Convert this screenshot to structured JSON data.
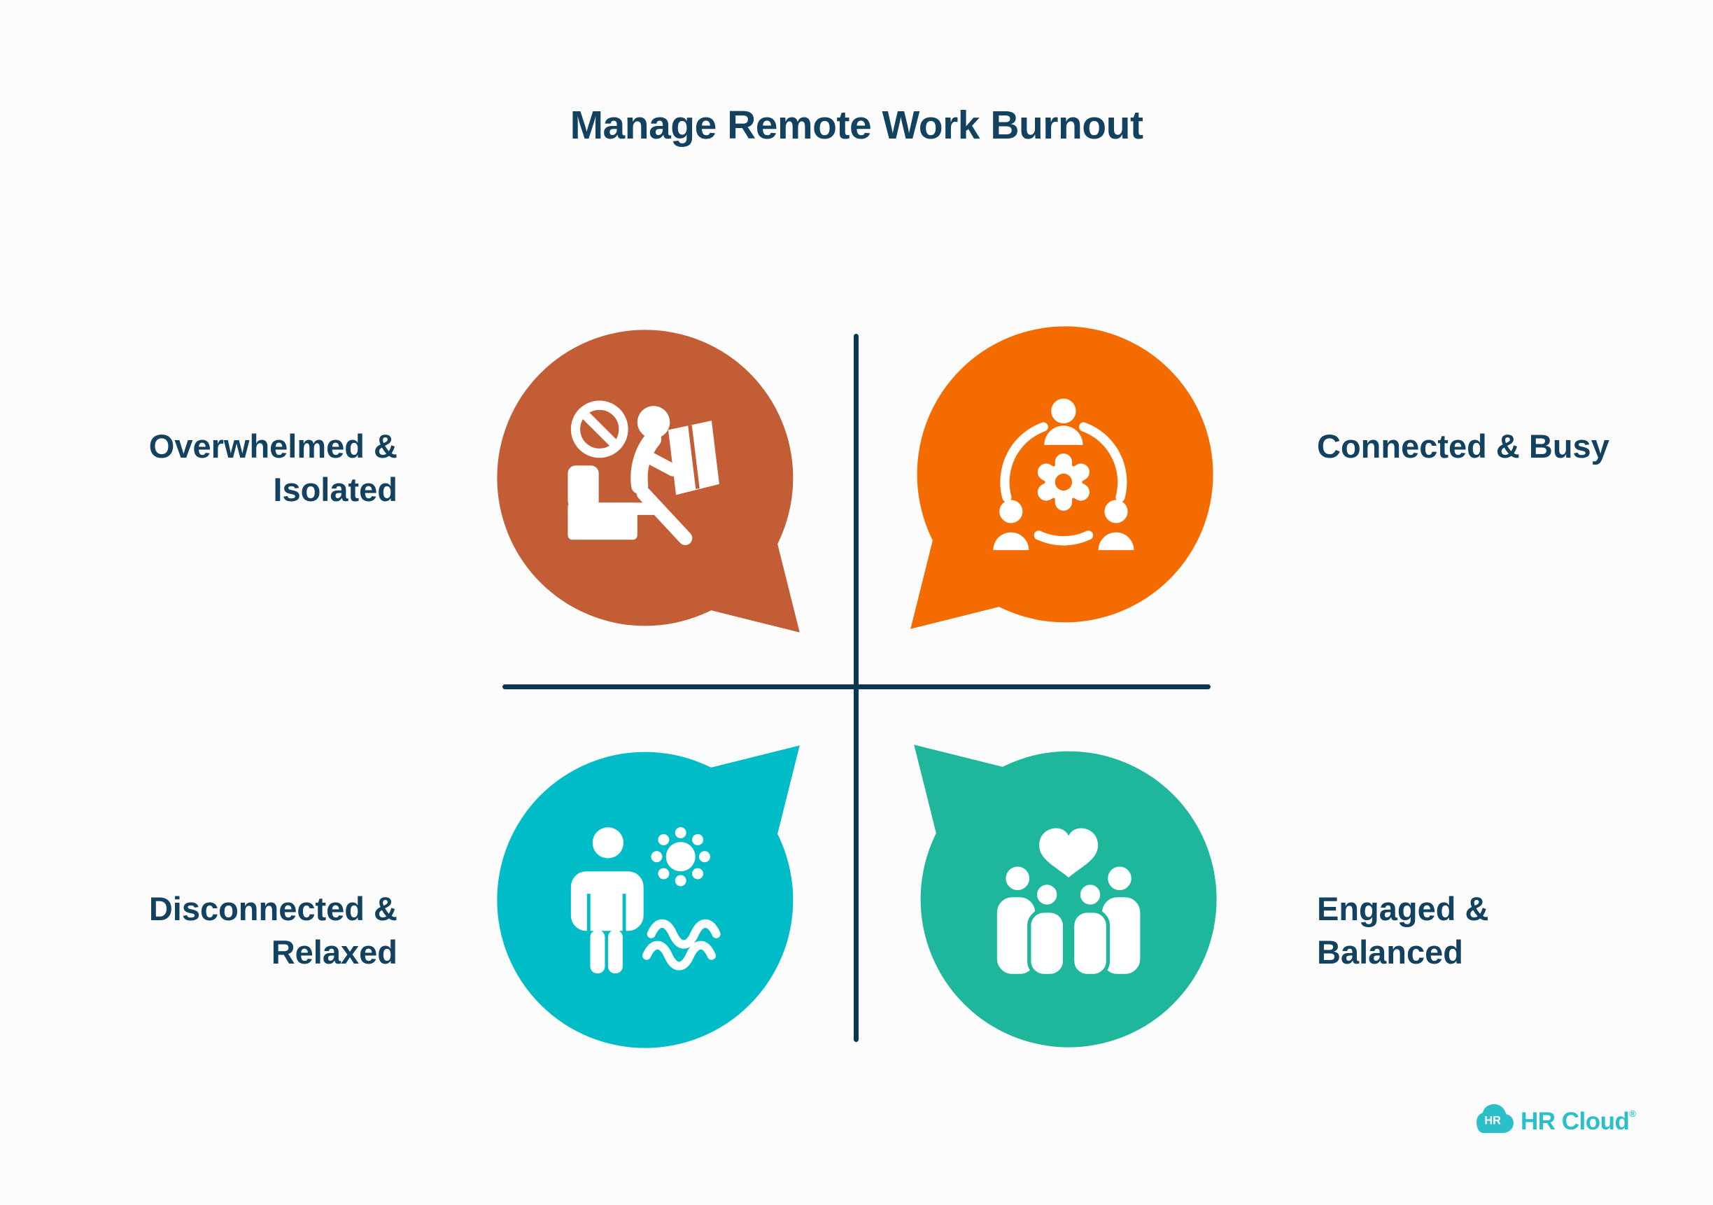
{
  "title": "Manage Remote Work Burnout",
  "quadrants": {
    "top_left": {
      "label": "Overwhelmed & Isolated",
      "line1": "Overwhelmed &",
      "line2": "Isolated",
      "color": "#C25D36",
      "icon": "no-break-toilet-person-icon"
    },
    "top_right": {
      "label": "Connected & Busy",
      "line1": "Connected & Busy",
      "line2": "",
      "color": "#F46B00",
      "icon": "team-around-gear-icon"
    },
    "bottom_left": {
      "label": "Disconnected & Relaxed",
      "line1": "Disconnected &",
      "line2": "Relaxed",
      "color": "#00BCC6",
      "icon": "person-sun-waves-icon"
    },
    "bottom_right": {
      "label": "Engaged & Balanced",
      "line1": "Engaged &",
      "line2": "Balanced",
      "color": "#1EB79B",
      "icon": "family-heart-icon"
    }
  },
  "colors": {
    "heading": "#12425F",
    "axis": "#0B3752",
    "background": "#FCFCFC",
    "logo_teal": "#2BBFC9"
  },
  "logo": {
    "badge": "HR",
    "brand": "HR Cloud",
    "mark": "®"
  }
}
